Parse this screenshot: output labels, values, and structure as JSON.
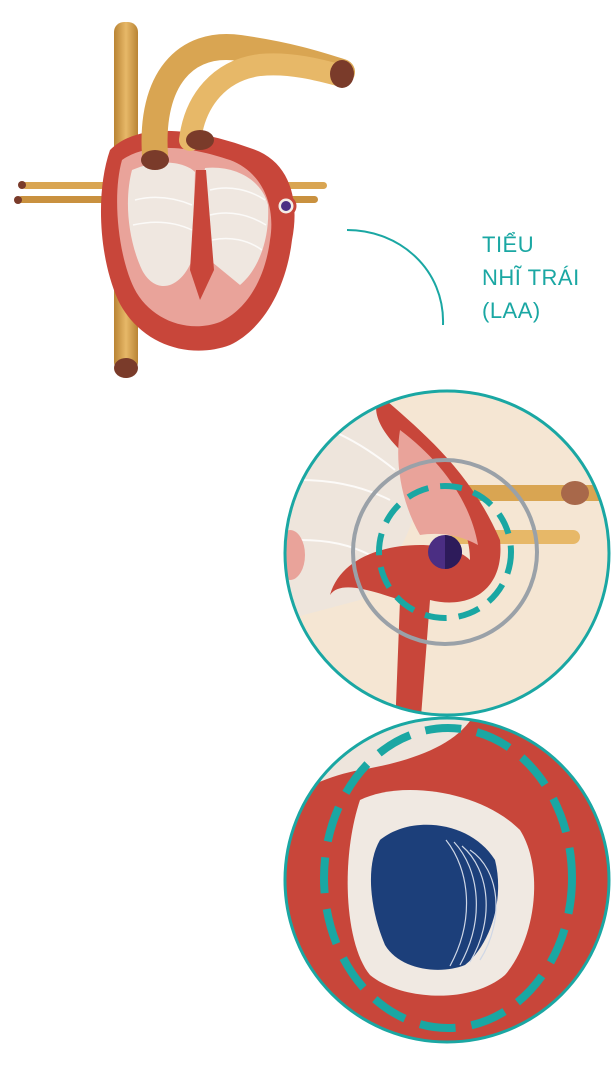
{
  "label": {
    "lines": [
      "TIỂU",
      "NHĨ TRÁI",
      "(LAA)"
    ]
  },
  "colors": {
    "teal": "#1aa7a3",
    "heart_red": "#c8463a",
    "heart_pink": "#e9a39a",
    "vessel_gold": "#d9a552",
    "cream": "#f5e6d3",
    "device_navy": "#1c3f7a",
    "dot_purple": "#4b2e83",
    "ring_gray": "#9aa1a8"
  },
  "icons": [
    "heart-illustration",
    "laa-zoom-circle",
    "occluder-device-circle"
  ]
}
